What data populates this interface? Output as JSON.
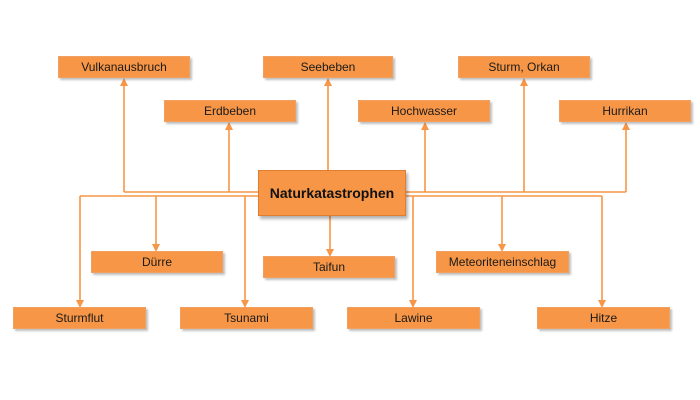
{
  "diagram": {
    "center": "Naturkatastrophen",
    "top_row": [
      "Vulkanausbruch",
      "Seebeben",
      "Sturm, Orkan"
    ],
    "upper_row": [
      "Erdbeben",
      "Hochwasser",
      "Hurrikan"
    ],
    "middle_row": [
      "Dürre",
      "Taifun",
      "Meteoriteneinschlag"
    ],
    "bottom_row": [
      "Sturmflut",
      "Tsunami",
      "Lawine",
      "Hitze"
    ],
    "colors": {
      "box": "#f79646",
      "line": "#f79646",
      "text": "#1a1a1a"
    }
  }
}
